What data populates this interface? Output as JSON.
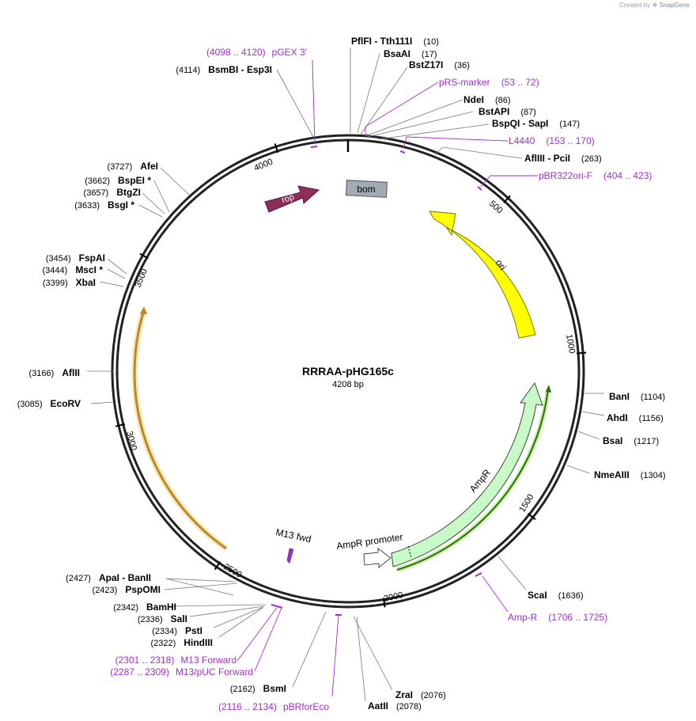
{
  "credit": {
    "prefix": "Created by",
    "brand": "SnapGene"
  },
  "plasmid": {
    "name": "RRRAA-pHG165c",
    "length_label": "4208 bp",
    "length": 4208
  },
  "colors": {
    "rop": "#8c2d5c",
    "bom": "#a3aab3",
    "ori": "#ffff00",
    "ampr": "#c8fac8",
    "primer": "#a32cd6",
    "orange": "#f5c06e"
  },
  "tick_labels": [
    "500",
    "1000",
    "1500",
    "2000",
    "2500",
    "3000",
    "3500",
    "4000"
  ],
  "enzymes": [
    {
      "name": "PflFI",
      "name2": "Tth111I",
      "pos": "(10)"
    },
    {
      "name": "BsaAI",
      "pos": "(17)"
    },
    {
      "name": "BstZ17I",
      "pos": "(36)"
    },
    {
      "name": "NdeI",
      "pos": "(86)"
    },
    {
      "name": "BstAPI",
      "pos": "(87)"
    },
    {
      "name": "BspQI",
      "name2": "SapI",
      "pos": "(147)"
    },
    {
      "name": "AflIII",
      "name2": "PciI",
      "pos": "(263)"
    },
    {
      "name": "BanI",
      "pos": "(1104)"
    },
    {
      "name": "AhdI",
      "pos": "(1156)"
    },
    {
      "name": "BsaI",
      "pos": "(1217)"
    },
    {
      "name": "NmeAIII",
      "pos": "(1304)"
    },
    {
      "name": "ScaI",
      "pos": "(1636)"
    },
    {
      "name": "ZraI",
      "pos": "(2076)"
    },
    {
      "name": "AatII",
      "pos": "(2078)"
    },
    {
      "name": "BsmI",
      "pos": "(2162)"
    },
    {
      "name": "HindIII",
      "pos": "(2322)"
    },
    {
      "name": "PstI",
      "pos": "(2334)"
    },
    {
      "name": "SalI",
      "pos": "(2336)"
    },
    {
      "name": "BamHI",
      "pos": "(2342)"
    },
    {
      "name": "PspOMI",
      "pos": "(2423)"
    },
    {
      "name": "ApaI",
      "name2": "BanII",
      "pos": "(2427)"
    },
    {
      "name": "EcoRV",
      "pos": "(3085)"
    },
    {
      "name": "AflII",
      "pos": "(3166)"
    },
    {
      "name": "XbaI",
      "pos": "(3399)"
    },
    {
      "name": "MscI *",
      "pos": "(3444)"
    },
    {
      "name": "FspAI",
      "pos": "(3454)"
    },
    {
      "name": "BsgI *",
      "pos": "(3633)"
    },
    {
      "name": "BtgZI",
      "pos": "(3657)"
    },
    {
      "name": "BspEI *",
      "pos": "(3662)"
    },
    {
      "name": "AfeI",
      "pos": "(3727)"
    },
    {
      "name": "BsmBI",
      "name2": "Esp3I",
      "pos": "(4114)"
    }
  ],
  "primers": [
    {
      "name": "pGEX 3'",
      "range": "(4098 .. 4120)"
    },
    {
      "name": "pRS-marker",
      "range": "(53 .. 72)"
    },
    {
      "name": "L4440",
      "range": "(153 .. 170)"
    },
    {
      "name": "pBR322ori-F",
      "range": "(404 .. 423)"
    },
    {
      "name": "Amp-R",
      "range": "(1706 .. 1725)"
    },
    {
      "name": "pBRforEco",
      "range": "(2116 .. 2134)"
    },
    {
      "name": "M13/pUC Forward",
      "range": "(2287 .. 2309)"
    },
    {
      "name": "M13 Forward",
      "range": "(2301 .. 2318)"
    }
  ],
  "features": {
    "rop": "rop",
    "bom": "bom",
    "ori": "ori",
    "ampr": "AmpR",
    "ampr_promoter": "AmpR promoter",
    "m13fwd": "M13 fwd"
  }
}
